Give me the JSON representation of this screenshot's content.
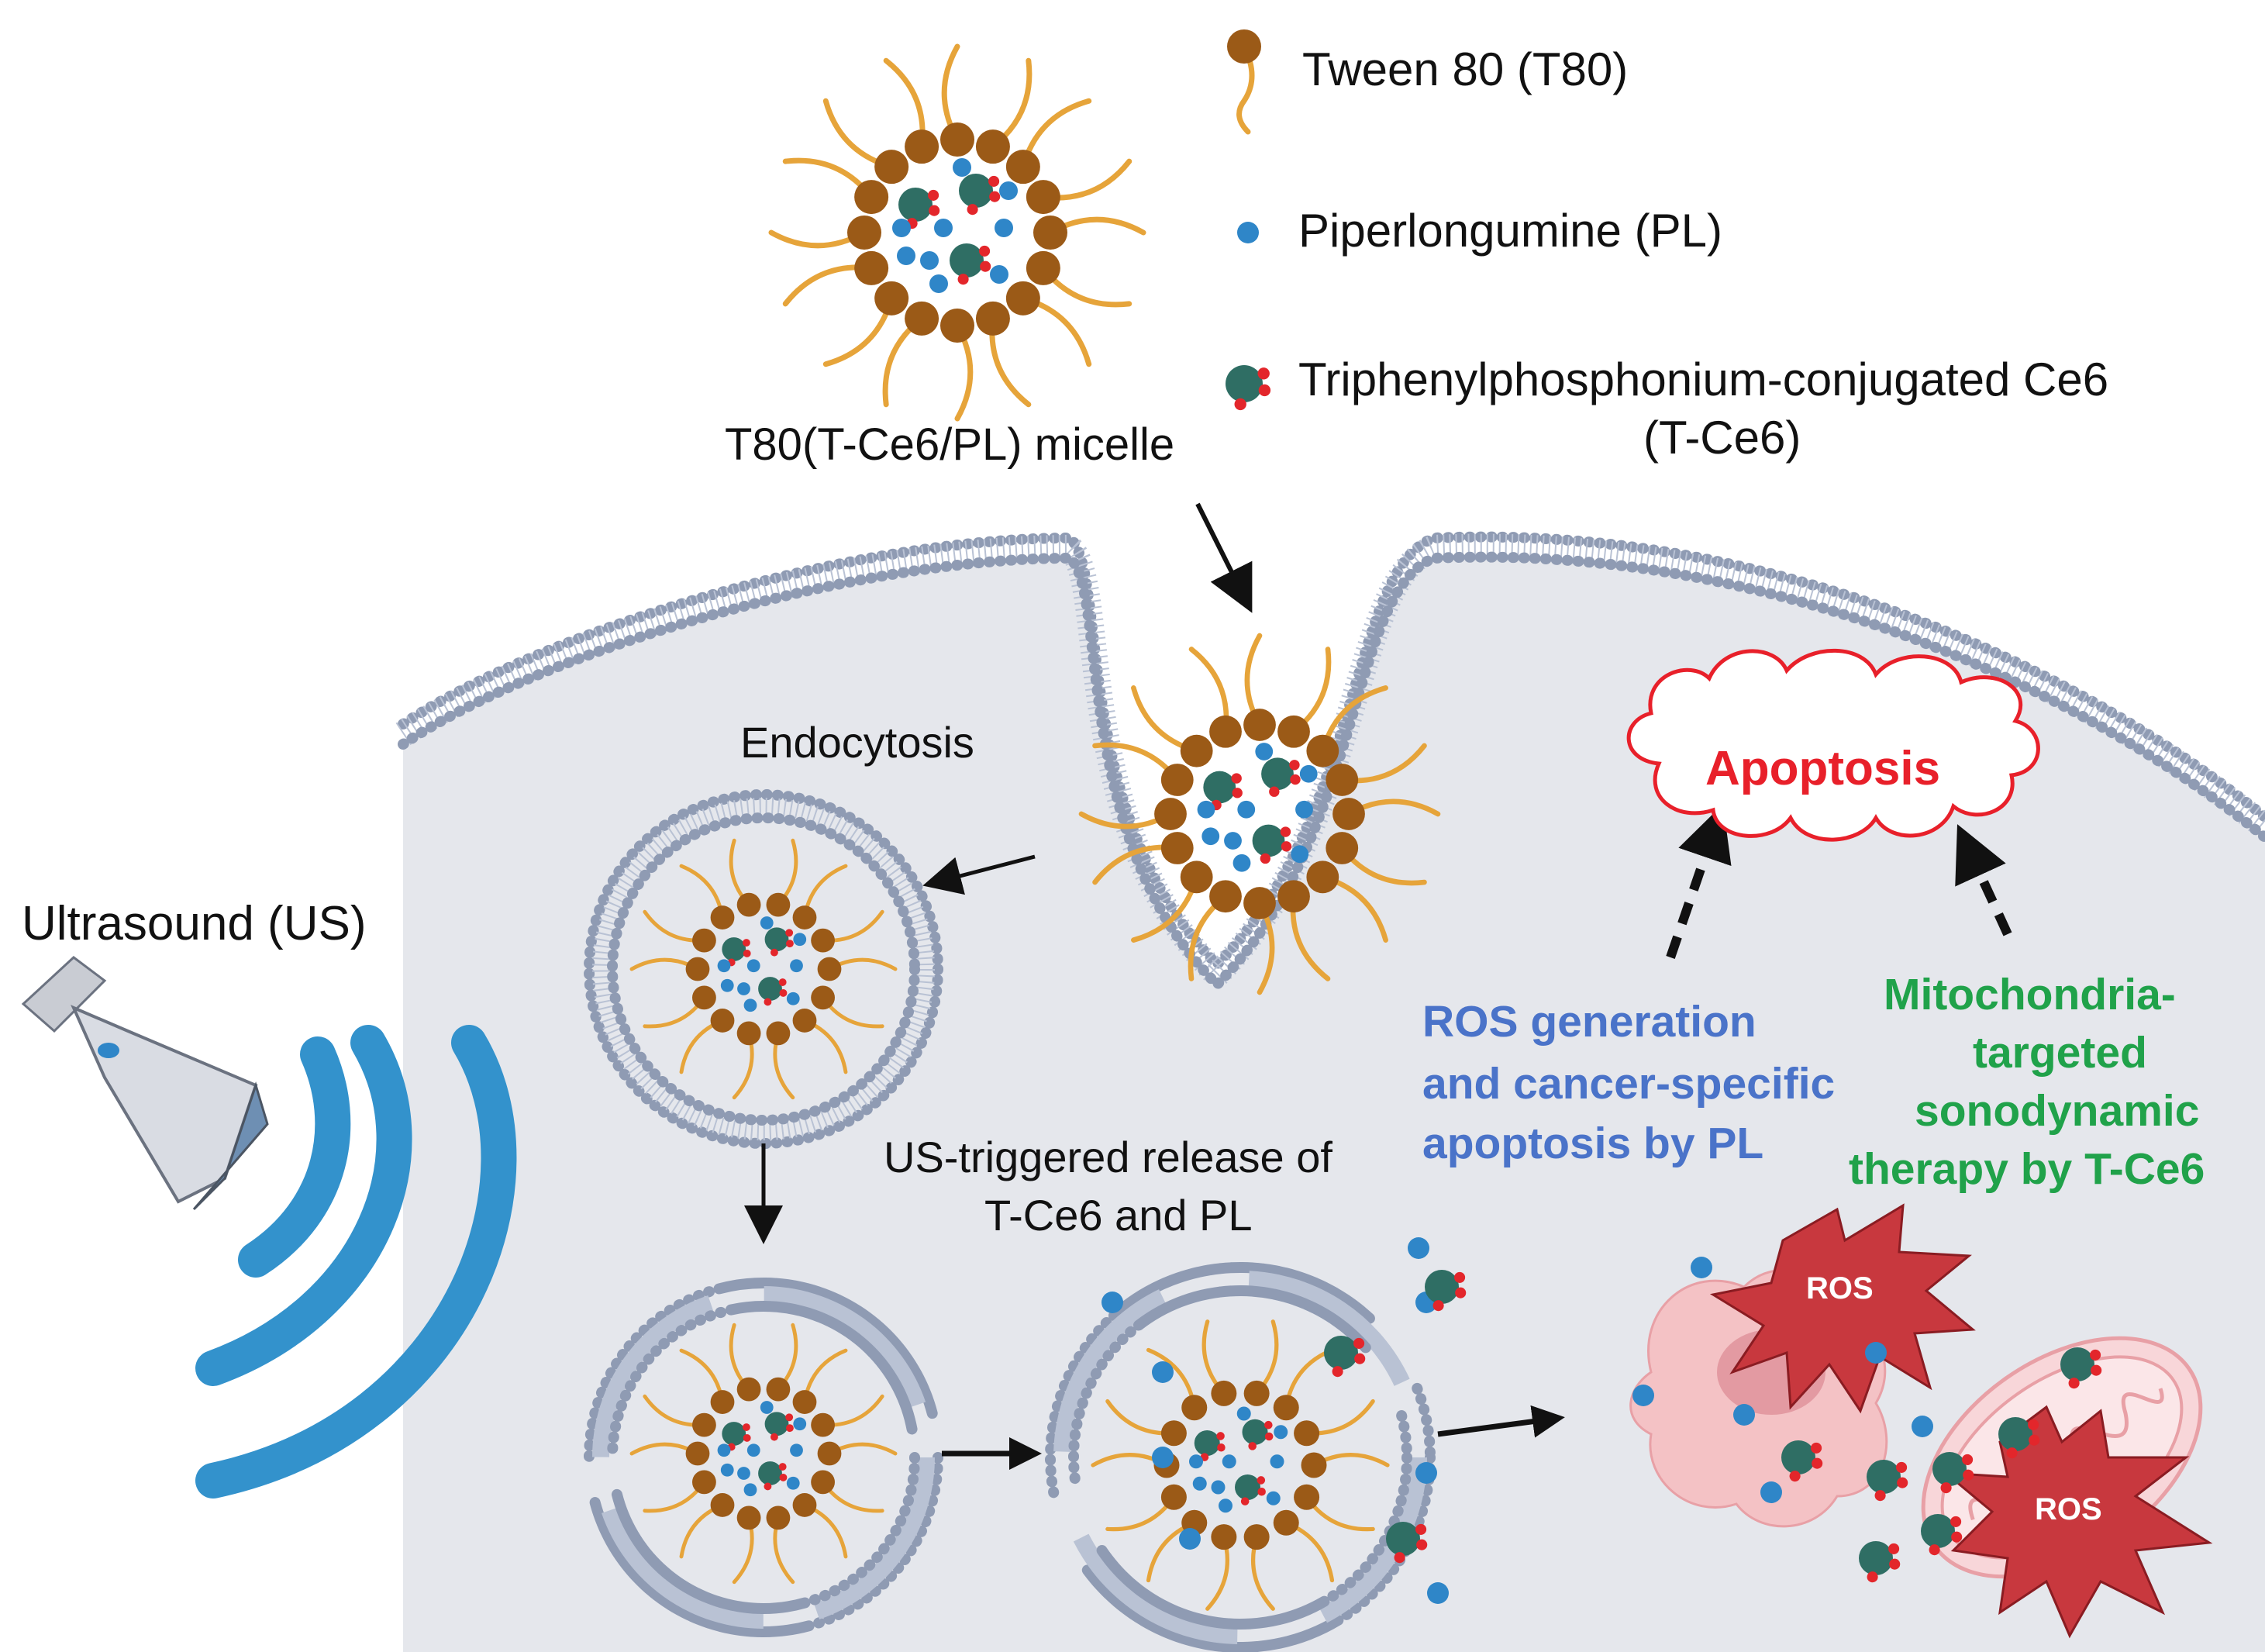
{
  "legend": {
    "tween": "Tween 80 (T80)",
    "pl": "Piperlongumine (PL)",
    "tce6_line1": "Triphenylphosphonium-conjugated Ce6",
    "tce6_line2": "(T-Ce6)"
  },
  "labels": {
    "micelle": "T80(T-Ce6/PL) micelle",
    "endocytosis": "Endocytosis",
    "ultrasound": "Ultrasound (US)",
    "release_line1": "US-triggered release of",
    "release_line2": "T-Ce6 and PL",
    "apoptosis": "Apoptosis",
    "ros_line1": "ROS generation",
    "ros_line2": "and cancer-specific",
    "ros_line3": "apoptosis by PL",
    "mito_line1": "Mitochondria-",
    "mito_line2": "targeted",
    "mito_line3": "sonodynamic",
    "mito_line4": "therapy by T-Ce6",
    "ros_burst": "ROS"
  },
  "colors": {
    "tween_head": "#9b5a17",
    "tween_tail": "#e6a43a",
    "pl": "#2f86c8",
    "tce6": "#2f6e64",
    "tce6_tip": "#e3262b",
    "cell_bg": "#e5e7ec",
    "membrane": "#8f9bb3",
    "us_waves": "#3392cc",
    "apoptosis": "#e8202a",
    "ros_text": "#4a73c9",
    "mito_text": "#20a24a",
    "ros_burst": "#c8383e"
  }
}
